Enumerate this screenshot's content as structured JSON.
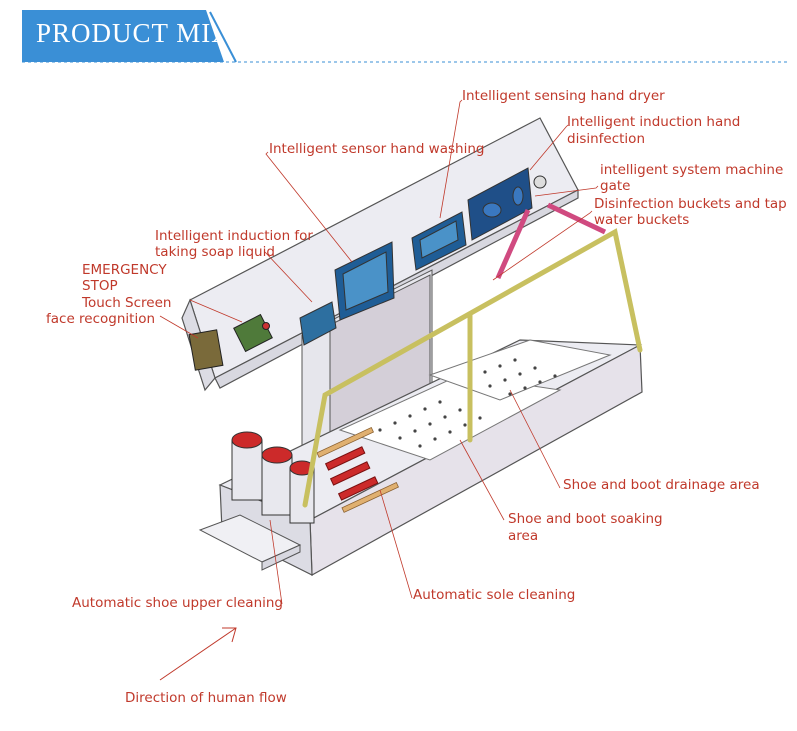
{
  "header": {
    "title": "PRODUCT MIX"
  },
  "labels": {
    "hand_dryer": "Intelligent sensing hand dryer",
    "hand_disinfection_1": "Intelligent induction hand",
    "hand_disinfection_2": "disinfection",
    "hand_washing": "Intelligent sensor hand washing",
    "machine_gate_1": "intelligent system machine",
    "machine_gate_2": "gate",
    "buckets_1": "Disinfection buckets and tap",
    "buckets_2": "water buckets",
    "soap_1": "Intelligent induction for",
    "soap_2": "taking soap liquid",
    "emergency_1": "EMERGENCY",
    "emergency_2": "STOP",
    "touch_screen": "Touch Screen",
    "face_recognition": "face recognition",
    "drainage": "Shoe and boot drainage area",
    "soaking_1": "Shoe and boot soaking",
    "soaking_2": "area",
    "sole_cleaning": "Automatic sole cleaning",
    "upper_cleaning": "Automatic shoe upper cleaning",
    "human_flow": "Direction of human flow"
  },
  "colors": {
    "banner": "#3a8fd6",
    "label": "#c0392b",
    "rail": "#c8c060",
    "pink": "#d04a80",
    "brush": "#cc2a2a"
  }
}
